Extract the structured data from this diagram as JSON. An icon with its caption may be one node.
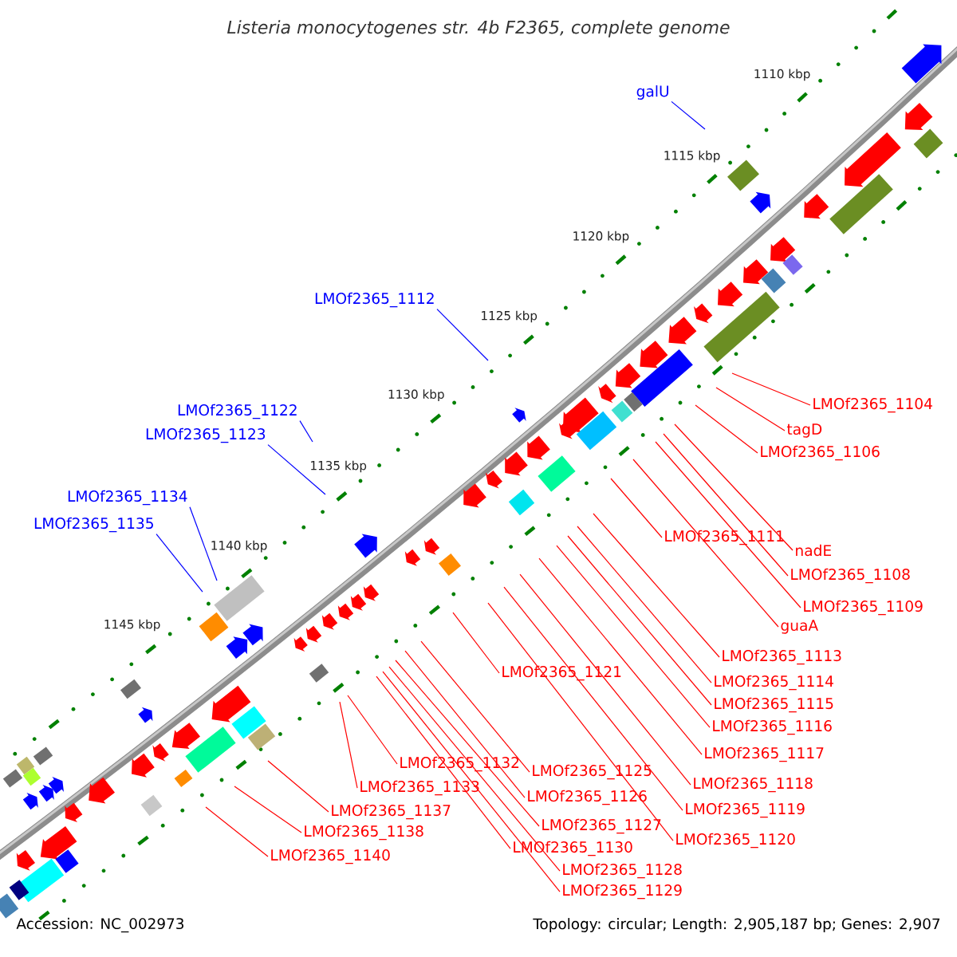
{
  "diagram": {
    "title": "Listeria monocytogenes str. 4b F2365, complete genome",
    "nodes": [
      {
        "text": [
          "galU"
        ]
      },
      {
        "text": [
          "LMOf2365_1112"
        ]
      },
      {
        "text": [
          "LMOf2365_1122"
        ]
      },
      {
        "text": [
          "LMOf2365_1123"
        ]
      },
      {
        "text": [
          "LMOf2365_1134"
        ]
      },
      {
        "text": [
          "LMOf2365_1135"
        ]
      },
      {
        "text": [
          "LMOf2365_1104"
        ]
      },
      {
        "text": [
          "tagD"
        ]
      },
      {
        "text": [
          "LMOf2365_1106"
        ]
      },
      {
        "text": [
          "LMOf2365_1111"
        ]
      },
      {
        "text": [
          "nadE"
        ]
      },
      {
        "text": [
          "LMOf2365_1108"
        ]
      },
      {
        "text": [
          "LMOf2365_1109"
        ]
      },
      {
        "text": [
          "guaA"
        ]
      },
      {
        "text": [
          "LMOf2365_1113"
        ]
      },
      {
        "text": [
          "LMOf2365_1121"
        ]
      },
      {
        "text": [
          "LMOf2365_1114"
        ]
      },
      {
        "text": [
          "LMOf2365_1115"
        ]
      },
      {
        "text": [
          "LMOf2365_1116"
        ]
      },
      {
        "text": [
          "LMOf2365_1117"
        ]
      },
      {
        "text": [
          "LMOf2365_1132"
        ]
      },
      {
        "text": [
          "LMOf2365_1125"
        ]
      },
      {
        "text": [
          "LMOf2365_1118"
        ]
      },
      {
        "text": [
          "LMOf2365_1133"
        ]
      },
      {
        "text": [
          "LMOf2365_1126"
        ]
      },
      {
        "text": [
          "LMOf2365_1119"
        ]
      },
      {
        "text": [
          "LMOf2365_1137"
        ]
      },
      {
        "text": [
          "LMOf2365_1127"
        ]
      },
      {
        "text": [
          "LMOf2365_1120"
        ]
      },
      {
        "text": [
          "LMOf2365_1138"
        ]
      },
      {
        "text": [
          "LMOf2365_1130"
        ]
      },
      {
        "text": [
          "LMOf2365_1128"
        ]
      },
      {
        "text": [
          "LMOf2365_1140"
        ]
      },
      {
        "text": [
          "LMOf2365_1129"
        ]
      }
    ],
    "edges": [
      {
        "from": 0,
        "to": null,
        "arrow": "none",
        "color": "#0000ff"
      },
      {
        "from": 1,
        "to": null,
        "arrow": "none",
        "color": "#0000ff"
      },
      {
        "from": 2,
        "to": null,
        "arrow": "none",
        "color": "#0000ff"
      },
      {
        "from": 3,
        "to": null,
        "arrow": "none",
        "color": "#0000ff"
      },
      {
        "from": 4,
        "to": null,
        "arrow": "none",
        "color": "#0000ff"
      },
      {
        "from": 5,
        "to": null,
        "arrow": "none",
        "color": "#0000ff"
      },
      {
        "from": 6,
        "to": null,
        "arrow": "none"
      },
      {
        "from": 7,
        "to": null,
        "arrow": "none"
      },
      {
        "from": 8,
        "to": null,
        "arrow": "none"
      },
      {
        "from": 9,
        "to": null,
        "arrow": "none"
      },
      {
        "from": 10,
        "to": null,
        "arrow": "none"
      },
      {
        "from": 11,
        "to": null,
        "arrow": "none"
      },
      {
        "from": 12,
        "to": null,
        "arrow": "none"
      },
      {
        "from": 13,
        "to": null,
        "arrow": "none"
      },
      {
        "from": 14,
        "to": null,
        "arrow": "none"
      },
      {
        "from": 15,
        "to": null,
        "arrow": "none"
      },
      {
        "from": 16,
        "to": null,
        "arrow": "none"
      },
      {
        "from": 17,
        "to": null,
        "arrow": "none"
      },
      {
        "from": 18,
        "to": null,
        "arrow": "none"
      },
      {
        "from": 19,
        "to": null,
        "arrow": "none"
      },
      {
        "from": 20,
        "to": null,
        "arrow": "none"
      },
      {
        "from": 21,
        "to": null,
        "arrow": "none"
      },
      {
        "from": 22,
        "to": null,
        "arrow": "none"
      },
      {
        "from": 23,
        "to": null,
        "arrow": "none"
      },
      {
        "from": 24,
        "to": null,
        "arrow": "none"
      },
      {
        "from": 25,
        "to": null,
        "arrow": "none"
      },
      {
        "from": 26,
        "to": null,
        "arrow": "none"
      },
      {
        "from": 27,
        "to": null,
        "arrow": "none"
      },
      {
        "from": 28,
        "to": null,
        "arrow": "none"
      },
      {
        "from": 29,
        "to": null,
        "arrow": "none"
      },
      {
        "from": 30,
        "to": null,
        "arrow": "none"
      },
      {
        "from": 31,
        "to": null,
        "arrow": "none"
      },
      {
        "from": 32,
        "to": null,
        "arrow": "none"
      },
      {
        "from": 33,
        "to": null,
        "arrow": "none"
      }
    ],
    "labels": [
      "1110 kbp",
      "1115 kbp",
      "1120 kbp",
      "1125 kbp",
      "1130 kbp",
      "1135 kbp",
      "1140 kbp",
      "1145 kbp",
      "Accession: NC_002973",
      "Topology: circular; Length: 2,905,187 bp; Genes: 2,907"
    ]
  }
}
